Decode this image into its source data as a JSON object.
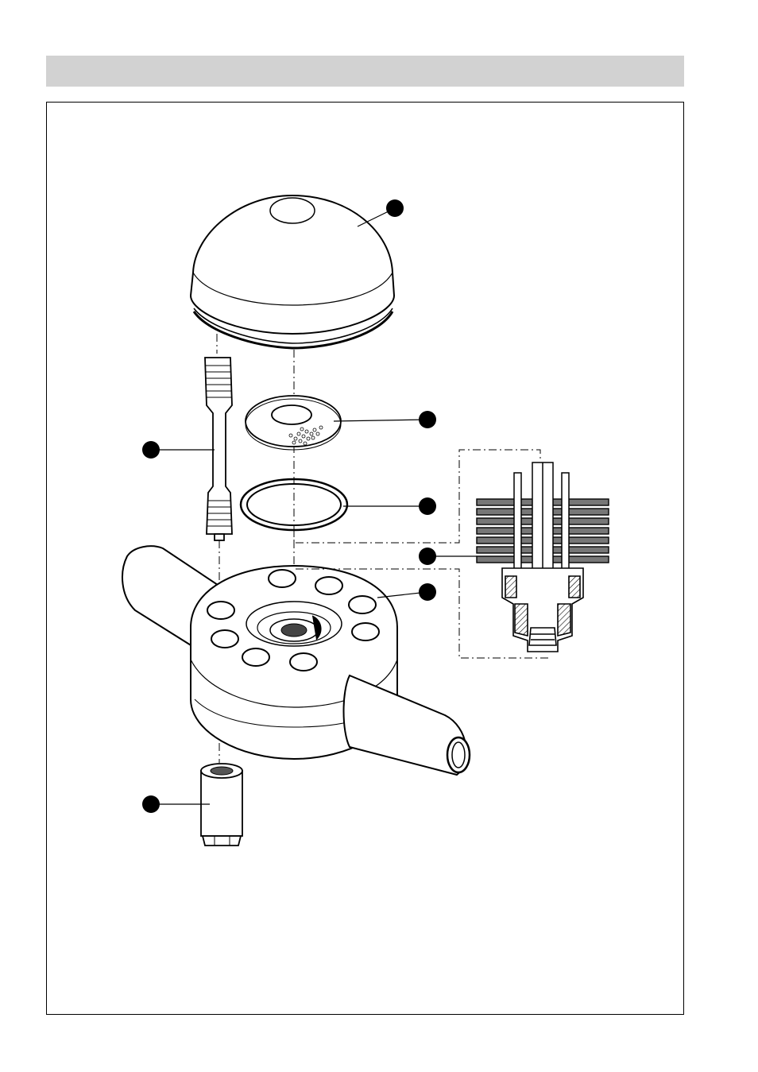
{
  "page": {
    "header_bar_color": "#d2d2d2",
    "line_color": "#000000",
    "callout_marker_color": "#000000"
  },
  "figure": {
    "description_parts": [
      "cover",
      "screen-plate",
      "gasket-ring",
      "stud-bolt",
      "sectional-view",
      "valve-body",
      "coupling-nut"
    ]
  }
}
